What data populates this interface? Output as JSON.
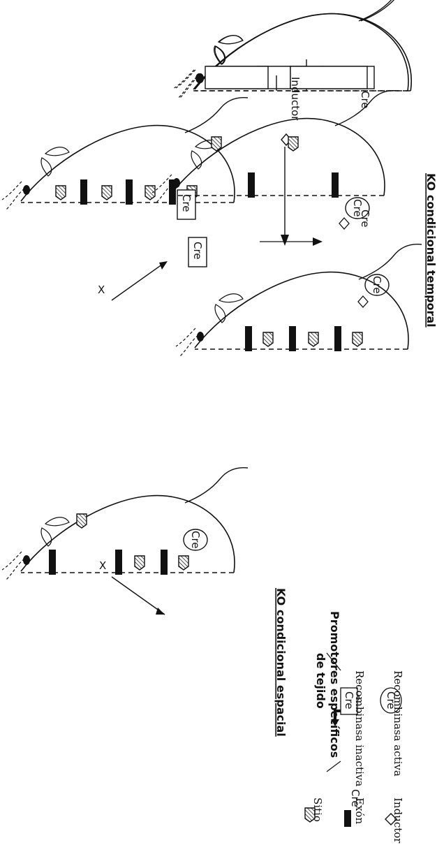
{
  "cre_label": "Cre",
  "cross_symbol": "X",
  "inducer_label": "Inductor",
  "promoter_label_line1": "Promotores específicos",
  "promoter_label_line2": "de tejido",
  "result_spatial": "KO condicional espacial",
  "result_temporal": "KO condicional temporal",
  "legend": {
    "site": "Sitio",
    "exon": "Exón",
    "inducer": "Inductor",
    "recombinase_inactive": "Recombinasa inactiva",
    "recombinase_active": "Recombinasa activa"
  },
  "icons": {
    "site": "hatched-pentagon-icon",
    "exon": "black-bar-icon",
    "inducer": "diamond-icon",
    "recombinase_inactive": "boxed-cre-icon",
    "recombinase_active": "circled-cre-icon",
    "promoter": "bent-arrow-icon"
  },
  "colors": {
    "ink": "#111111",
    "background": "#ffffff"
  }
}
